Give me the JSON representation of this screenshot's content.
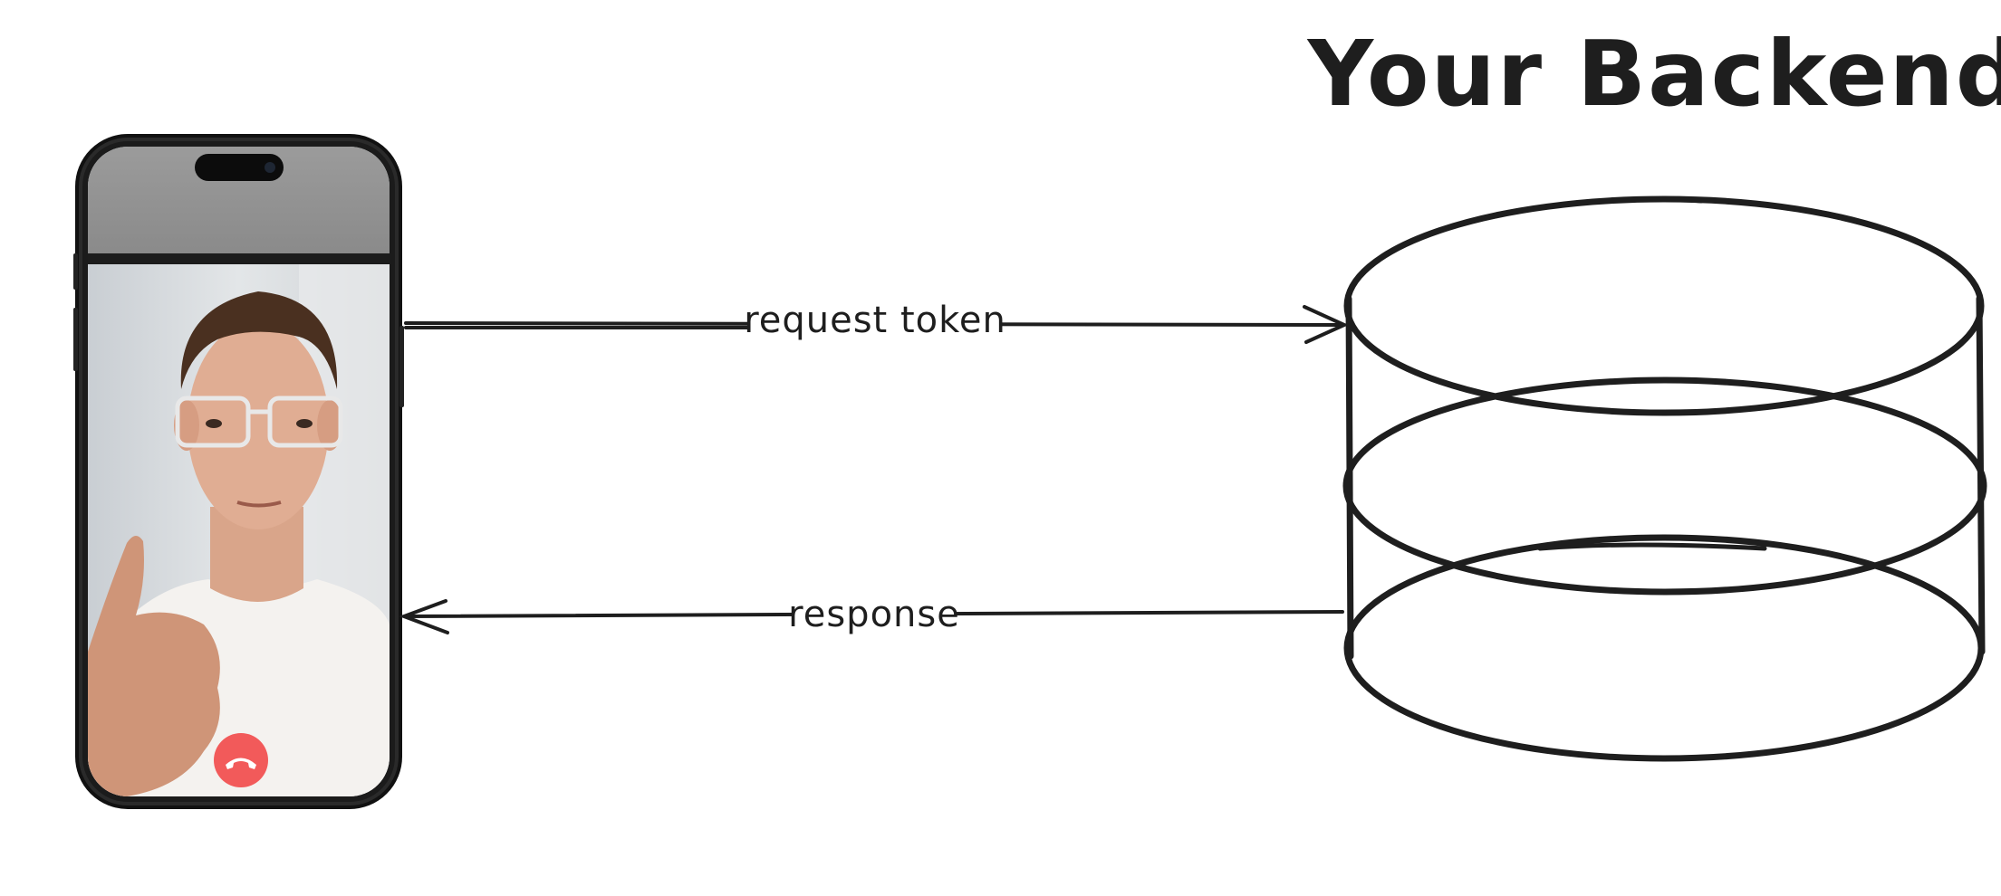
{
  "title": "Your Backend",
  "arrows": {
    "request_label": "request token",
    "response_label": "response"
  },
  "phone": {
    "end_call_icon": "phone-hangup-icon",
    "end_call_color": "#f25a5a"
  },
  "colors": {
    "ink": "#1e1e1e",
    "background": "#ffffff"
  }
}
